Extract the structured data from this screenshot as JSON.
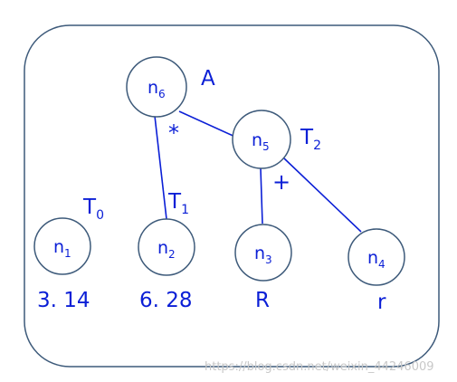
{
  "nodes": [
    {
      "id": "n6",
      "letter": "n",
      "sub": "6"
    },
    {
      "id": "n5",
      "letter": "n",
      "sub": "5"
    },
    {
      "id": "n1",
      "letter": "n",
      "sub": "1"
    },
    {
      "id": "n2",
      "letter": "n",
      "sub": "2"
    },
    {
      "id": "n3",
      "letter": "n",
      "sub": "3"
    },
    {
      "id": "n4",
      "letter": "n",
      "sub": "4"
    }
  ],
  "labels": {
    "A": {
      "text": "A"
    },
    "T0": {
      "letter": "T",
      "sub": "0"
    },
    "T1": {
      "letter": "T",
      "sub": "1"
    },
    "T2": {
      "letter": "T",
      "sub": "2"
    }
  },
  "operators": {
    "mul": "*",
    "add": "+"
  },
  "values": {
    "n1": "3. 14",
    "n2": "6. 28",
    "n3": "R",
    "n4": "r"
  },
  "watermark": "https://blog.csdn.net/weixin_44246009",
  "colors": {
    "ink": "#0b1fd6",
    "outline": "#3d5a7a"
  }
}
